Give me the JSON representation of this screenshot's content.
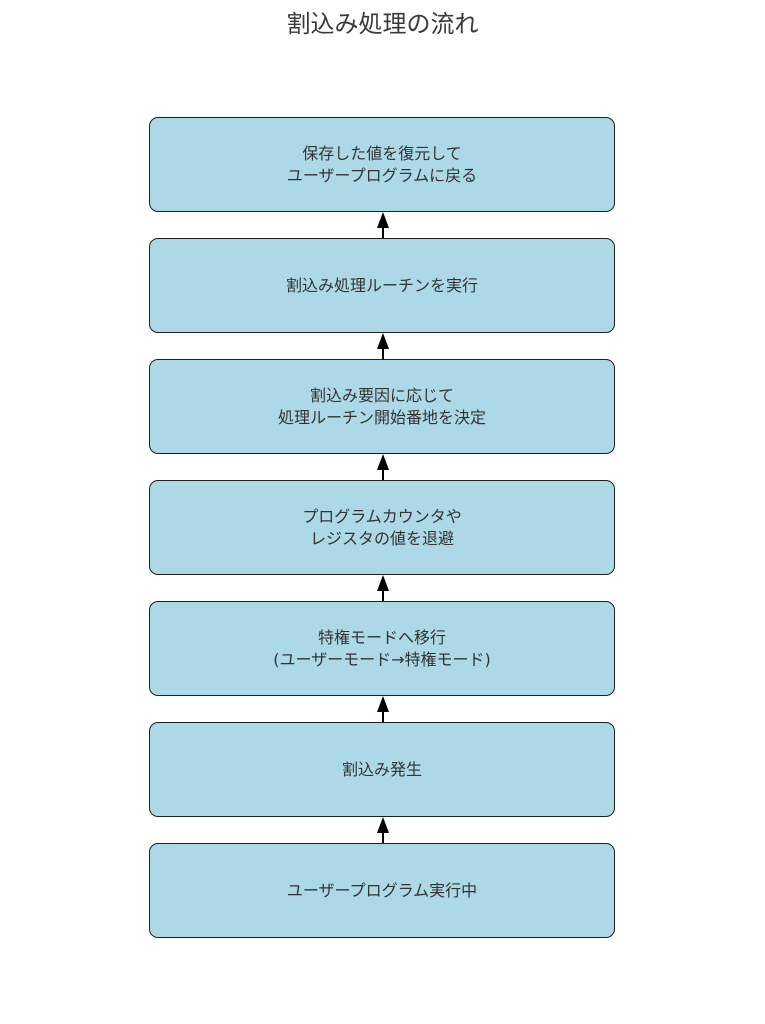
{
  "title": "割込み処理の流れ",
  "steps": [
    {
      "lines": [
        "保存した値を復元して",
        "ユーザープログラムに戻る"
      ]
    },
    {
      "lines": [
        "割込み処理ルーチンを実行"
      ]
    },
    {
      "lines": [
        "割込み要因に応じて",
        "処理ルーチン開始番地を決定"
      ]
    },
    {
      "lines": [
        "プログラムカウンタや",
        "レジスタの値を退避"
      ]
    },
    {
      "lines": [
        "特権モードへ移行",
        "(ユーザーモード→特権モード)"
      ]
    },
    {
      "lines": [
        "割込み発生"
      ]
    },
    {
      "lines": [
        "ユーザープログラム実行中"
      ]
    }
  ],
  "flow_direction": "bottom-to-top",
  "colors": {
    "box_fill": "#add8e6",
    "box_border": "#1f1f1f",
    "arrow": "#000000",
    "text": "#333333"
  }
}
